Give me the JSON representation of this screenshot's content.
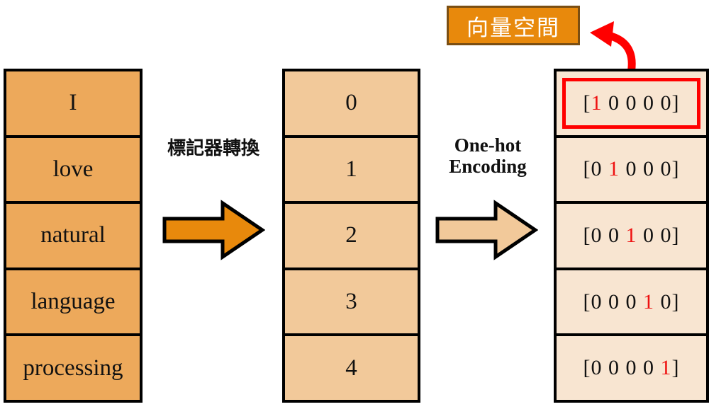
{
  "callout": {
    "label": "向量空間",
    "bg_color": "#E8890C",
    "border_color": "#7A4E12",
    "text_color": "#FFFFFF",
    "arrow_color": "#FF0000",
    "arrow_icon": "curved-arrow-icon"
  },
  "captions": {
    "tokenizer": "標記器轉換",
    "onehot_line1": "One-hot",
    "onehot_line2": "Encoding"
  },
  "arrows": {
    "first": {
      "icon": "block-arrow-right-icon",
      "fill": "#E8890C",
      "stroke": "#000000"
    },
    "second": {
      "icon": "block-arrow-right-icon",
      "fill": "#F2C99A",
      "stroke": "#000000"
    }
  },
  "tables": {
    "tokens": {
      "fill": "#EDA95B",
      "rows": [
        "I",
        "love",
        "natural",
        "language",
        "processing"
      ]
    },
    "ids": {
      "fill": "#F2C99A",
      "rows": [
        "0",
        "1",
        "2",
        "3",
        "4"
      ]
    },
    "vectors": {
      "fill": "#F8E5D1",
      "highlight_color": "#FF0000",
      "hot_color": "#EE1111",
      "rows": [
        {
          "open": "[",
          "pre": "",
          "hot": "1",
          "post": " 0 0 0 0",
          "close": "]",
          "highlighted": true,
          "full": "[1 0 0 0 0]"
        },
        {
          "open": "[",
          "pre": "0 ",
          "hot": "1",
          "post": " 0 0 0",
          "close": "]",
          "highlighted": false,
          "full": "[0 1 0 0 0]"
        },
        {
          "open": "[",
          "pre": "0 0 ",
          "hot": "1",
          "post": " 0 0",
          "close": "]",
          "highlighted": false,
          "full": "[0 0 1 0 0]"
        },
        {
          "open": "[",
          "pre": "0 0 0 ",
          "hot": "1",
          "post": " 0",
          "close": "]",
          "highlighted": false,
          "full": "[0 0 0 1 0]"
        },
        {
          "open": "[",
          "pre": "0 0 0 0 ",
          "hot": "1",
          "post": "",
          "close": "]",
          "highlighted": false,
          "full": "[0 0 0 0 1]"
        }
      ]
    }
  }
}
